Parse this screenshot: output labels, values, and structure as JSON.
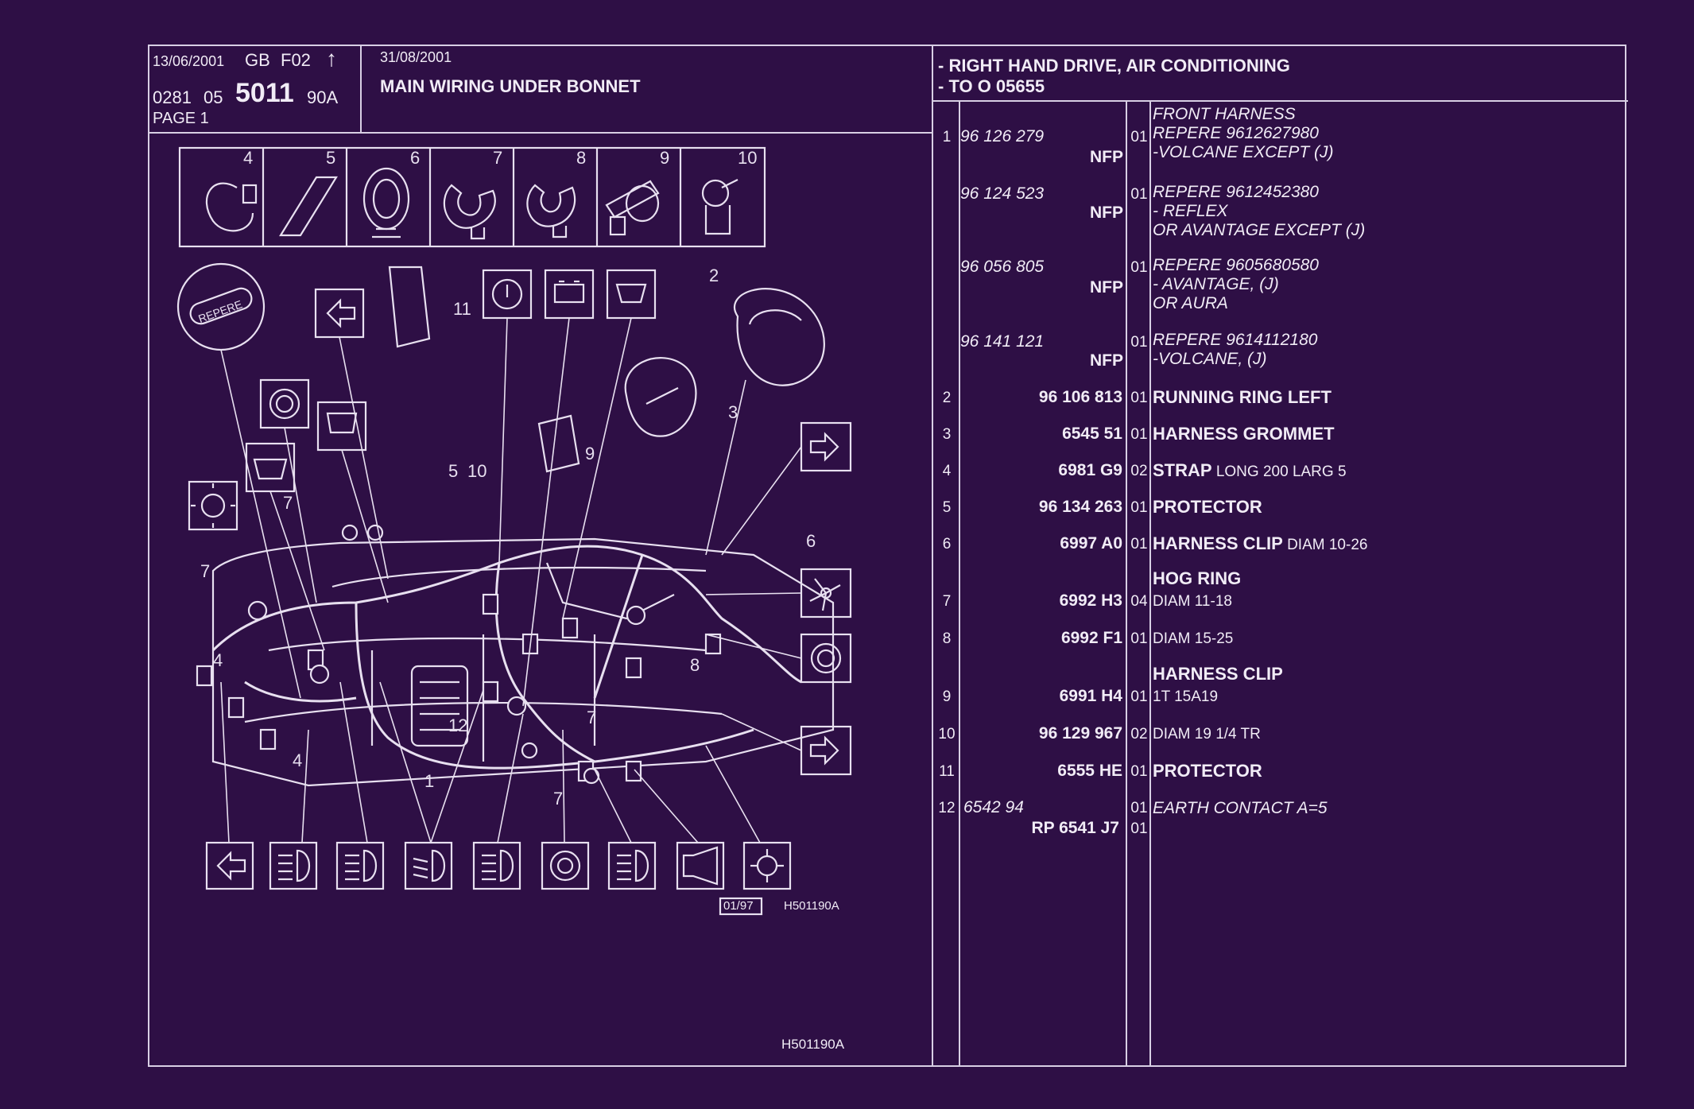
{
  "header": {
    "date1": "13/06/2001",
    "lang": "GB",
    "code": "F02",
    "arrow": "↑",
    "date2": "31/08/2001",
    "ref_a": "0281",
    "ref_b": "05",
    "ref_c": "5011",
    "ref_d": "90A",
    "page": "PAGE 1",
    "title": "MAIN WIRING UNDER BONNET",
    "spec1": "- RIGHT HAND DRIVE, AIR CONDITIONING",
    "spec2": "- TO  O   05655"
  },
  "diagram": {
    "code1": "01/97",
    "code2": "H501190A",
    "code3": "H501190A",
    "repere": "REPERE",
    "top_numbers": [
      "4",
      "5",
      "6",
      "7",
      "8",
      "9",
      "10"
    ],
    "callouts": [
      "2",
      "3",
      "11",
      "5",
      "10",
      "9",
      "7",
      "6",
      "7",
      "4",
      "12",
      "8",
      "7",
      "4",
      "1",
      "7"
    ]
  },
  "parts": [
    {
      "n": "1",
      "ref": "96 126 279",
      "ref_style": "italic",
      "nfp": "NFP",
      "qty": "01",
      "desc_bold": "",
      "desc_lines": [
        "FRONT HARNESS",
        "REPERE  9612627980",
        "-VOLCANE EXCEPT  (J)"
      ],
      "desc_style": "italic"
    },
    {
      "n": "",
      "ref": "96 124 523",
      "ref_style": "italic",
      "nfp": "NFP",
      "qty": "01",
      "desc_bold": "",
      "desc_lines": [
        "REPERE  9612452380",
        "-     REFLEX",
        "OR AVANTAGE EXCEPT  (J)"
      ],
      "desc_style": "italic"
    },
    {
      "n": "",
      "ref": "96 056 805",
      "ref_style": "italic",
      "nfp": "NFP",
      "qty": "01",
      "desc_bold": "",
      "desc_lines": [
        "REPERE  9605680580",
        "-     AVANTAGE, (J)",
        "OR AURA"
      ],
      "desc_style": "italic"
    },
    {
      "n": "",
      "ref": "96 141 121",
      "ref_style": "italic",
      "nfp": "NFP",
      "qty": "01",
      "desc_bold": "",
      "desc_lines": [
        "REPERE  9614112180",
        "-VOLCANE, (J)"
      ],
      "desc_style": "italic"
    },
    {
      "n": "2",
      "ref": "96 106 813",
      "qty": "01",
      "desc_bold": "RUNNING RING LEFT",
      "desc_rest": ""
    },
    {
      "n": "3",
      "ref": "6545 51",
      "qty": "01",
      "desc_bold": "HARNESS GROMMET",
      "desc_rest": ""
    },
    {
      "n": "4",
      "ref": "6981 G9",
      "qty": "02",
      "desc_bold": "STRAP",
      "desc_rest": " LONG 200 LARG 5"
    },
    {
      "n": "5",
      "ref": "96 134 263",
      "qty": "01",
      "desc_bold": "PROTECTOR",
      "desc_rest": ""
    },
    {
      "n": "6",
      "ref": "6997 A0",
      "qty": "01",
      "desc_bold": "HARNESS CLIP",
      "desc_rest": " DIAM 10-26"
    },
    {
      "n": "7",
      "ref": "6992 H3",
      "qty": "04",
      "desc_head": "HOG RING",
      "desc_bold": "",
      "desc_rest": "DIAM 11-18"
    },
    {
      "n": "8",
      "ref": "6992 F1",
      "qty": "01",
      "desc_bold": "",
      "desc_rest": "DIAM 15-25"
    },
    {
      "n": "9",
      "ref": "6991 H4",
      "qty": "01",
      "desc_head": "HARNESS CLIP",
      "desc_bold": "",
      "desc_rest": "1T 15A19"
    },
    {
      "n": "10",
      "ref": "96 129 967",
      "qty": "02",
      "desc_bold": "",
      "desc_rest": "DIAM 19 1/4 TR"
    },
    {
      "n": "11",
      "ref": "6555 HE",
      "qty": "01",
      "desc_bold": "PROTECTOR",
      "desc_rest": ""
    },
    {
      "n": "12",
      "ref": "6542 94",
      "ref2": "RP  6541 J7",
      "qty": "01",
      "qty2": "01",
      "desc_bold": "",
      "desc_rest": "EARTH CONTACT  A=5"
    }
  ]
}
